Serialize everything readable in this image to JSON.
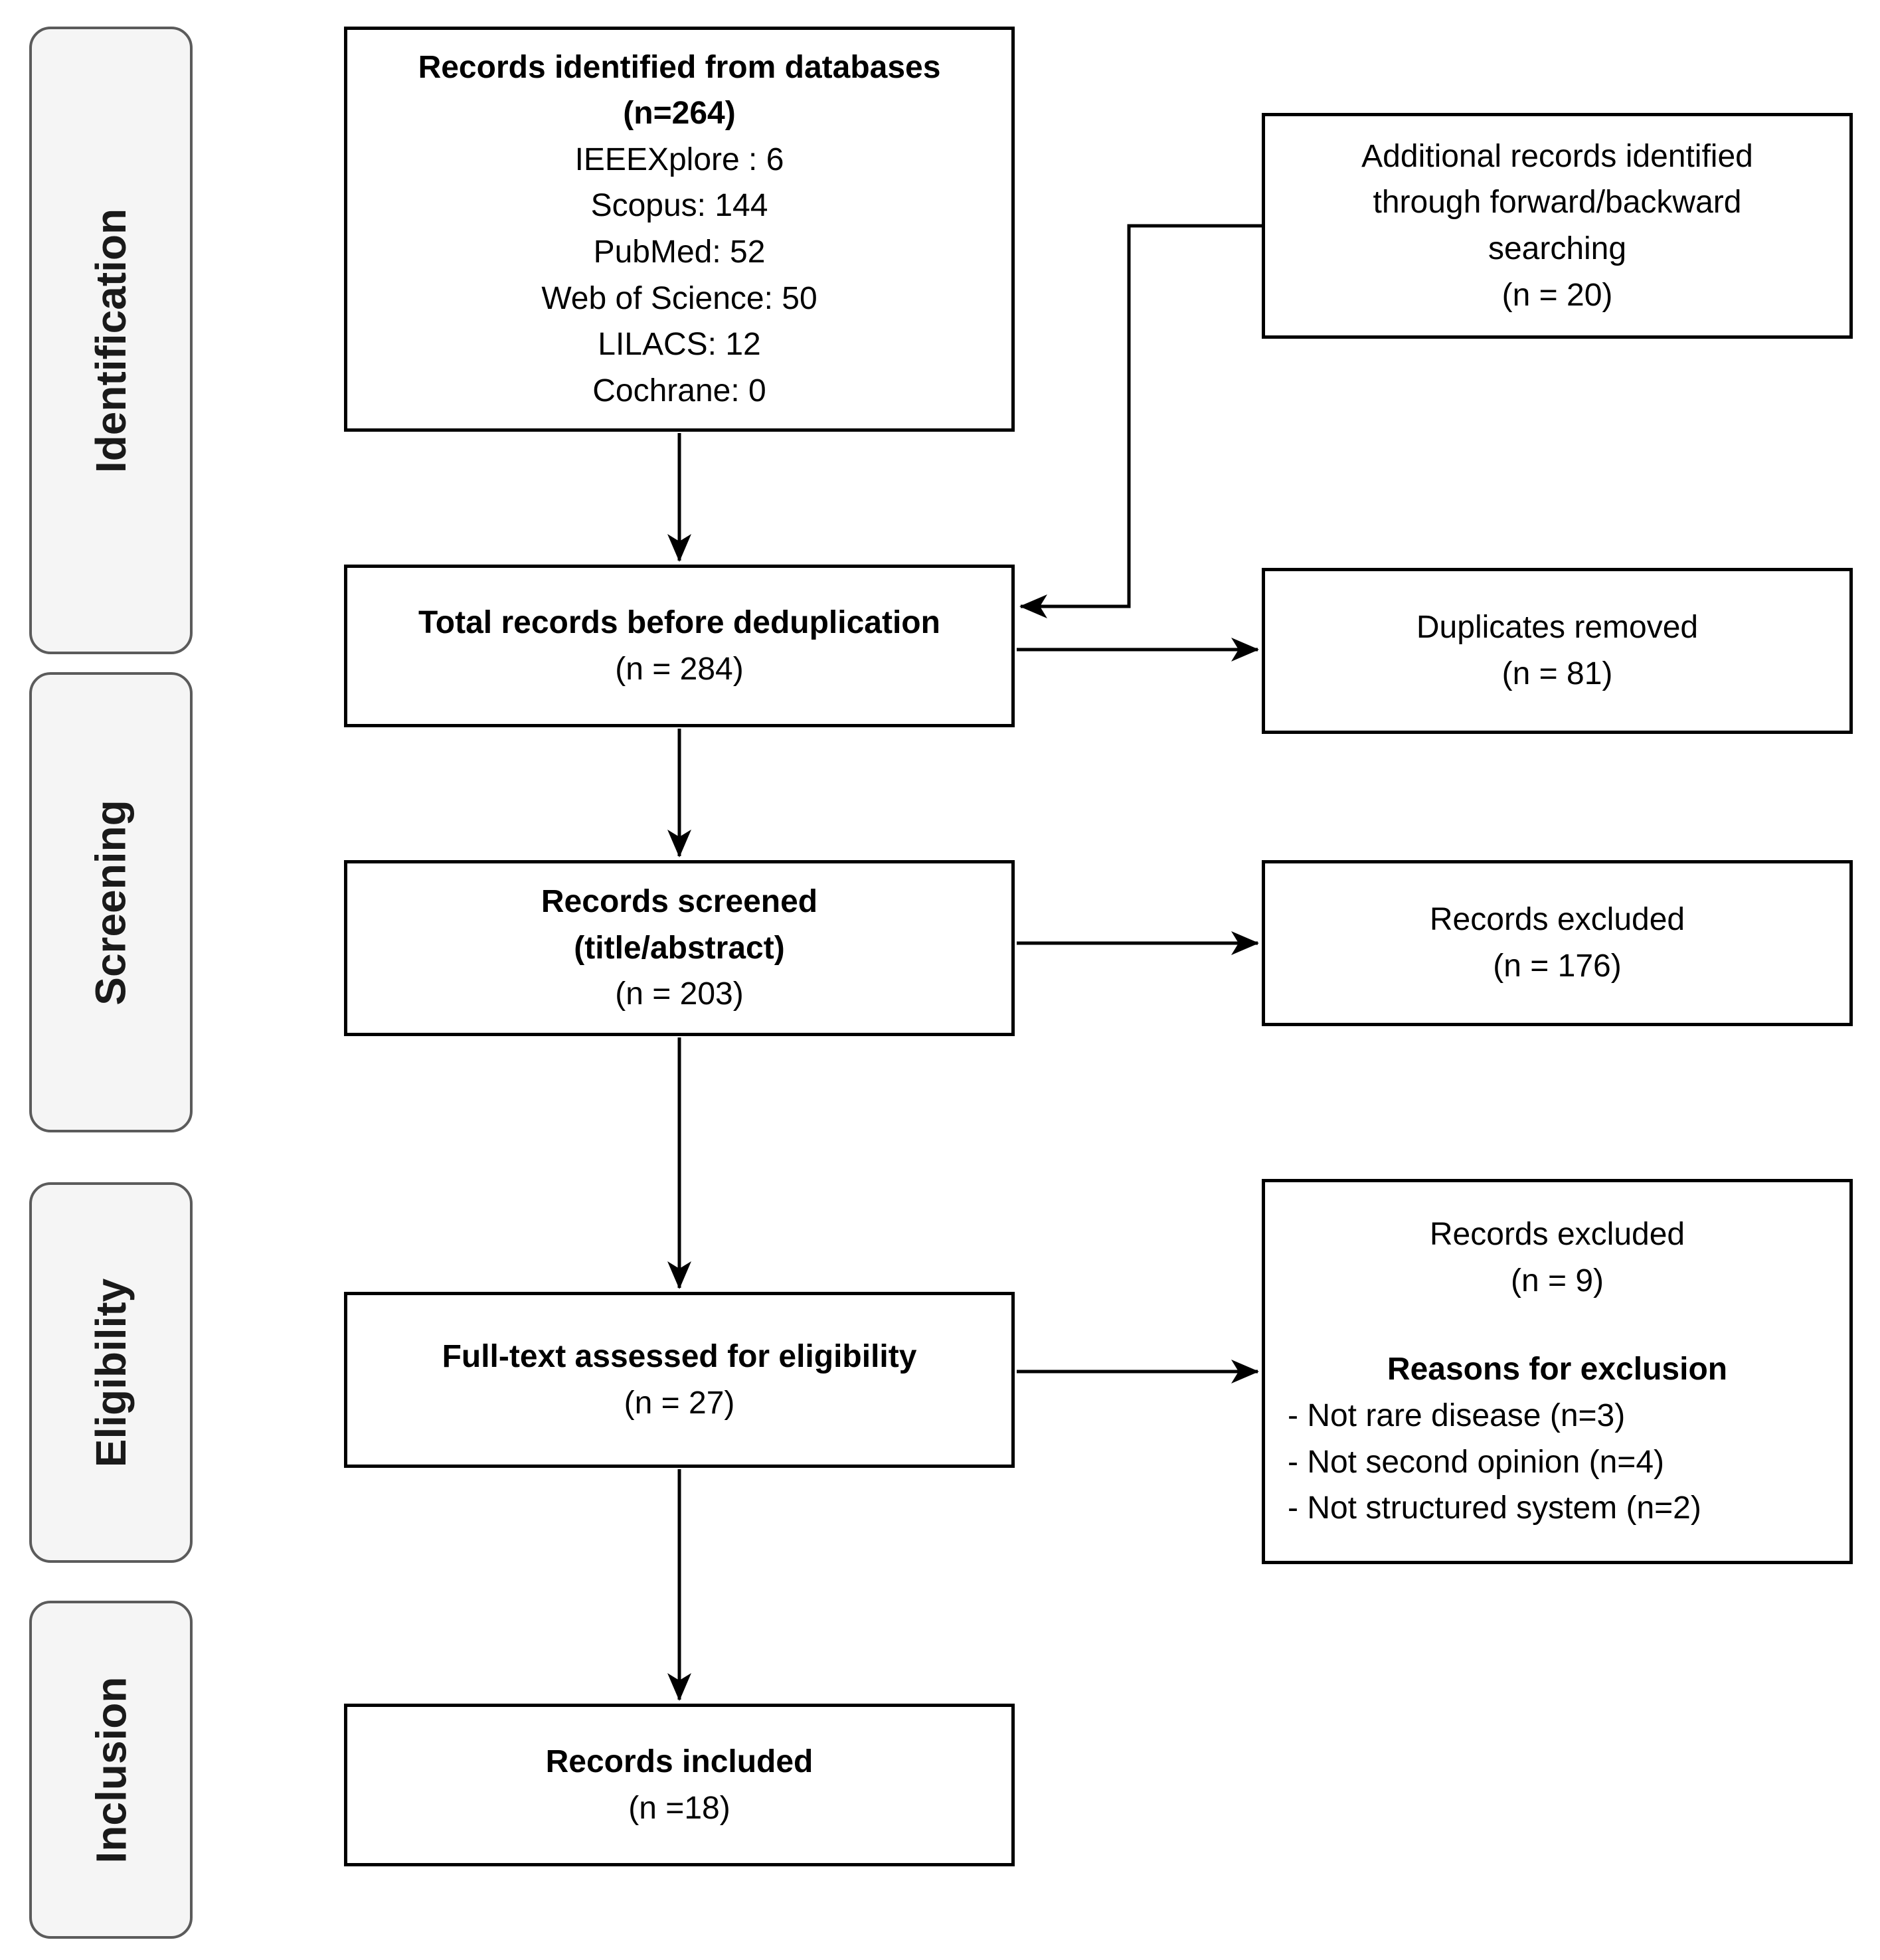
{
  "stages": [
    "Identification",
    "Screening",
    "Eligibility",
    "Inclusion"
  ],
  "boxes": {
    "identified": {
      "lines": [
        "Records identified from databases",
        "(n=264)",
        "IEEEXplore : 6",
        "Scopus: 144",
        "PubMed: 52",
        "Web of Science: 50",
        "LILACS: 12",
        "Cochrane: 0"
      ]
    },
    "additional": {
      "lines": [
        "Additional records identified",
        "through forward/backward",
        "searching",
        "(n = 20)"
      ]
    },
    "dedup": {
      "lines": [
        "Total records before deduplication",
        "(n = 284)"
      ]
    },
    "duplicates": {
      "lines": [
        "Duplicates removed",
        "(n = 81)"
      ]
    },
    "screened": {
      "lines": [
        "Records screened",
        "(title/abstract)",
        "(n = 203)"
      ]
    },
    "excluded_screening": {
      "lines": [
        "Records excluded",
        "(n = 176)"
      ]
    },
    "fulltext": {
      "lines": [
        "Full-text assessed for eligibility",
        "(n = 27)"
      ]
    },
    "excluded_fulltext": {
      "lines": [
        "Records excluded",
        "(n = 9)",
        "Reasons for exclusion",
        "- Not rare disease (n=3)",
        "- Not second opinion (n=4)",
        "- Not structured system (n=2)"
      ]
    },
    "included": {
      "lines": [
        "Records included",
        "(n =18)"
      ]
    }
  },
  "colors": {
    "box_border": "#000000",
    "stage_fill": "#f5f5f5",
    "stage_border": "#5b5b5b",
    "arrow": "#000000",
    "text": "#000000"
  }
}
